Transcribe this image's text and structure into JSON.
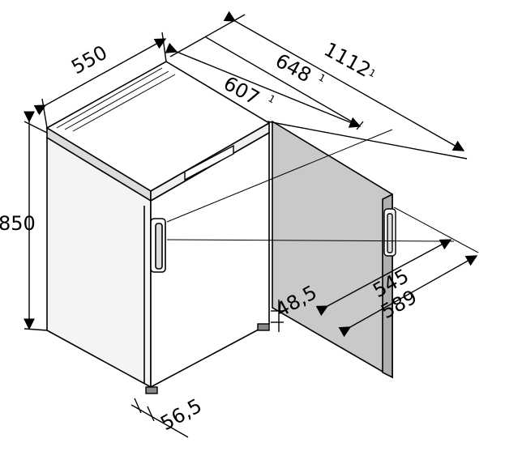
{
  "dimensions": {
    "width": "550",
    "height": "850",
    "depth_607": "607",
    "depth_648": "648",
    "door_open_depth": "1112",
    "superscript_mark": "1",
    "door_gap": "48,5",
    "foot_offset": "56,5",
    "door_width_545": "545",
    "door_width_589": "589"
  },
  "colors": {
    "line": "#000000",
    "body_fill": "#ffffff",
    "shadow_fill": "#c9c9c9"
  }
}
